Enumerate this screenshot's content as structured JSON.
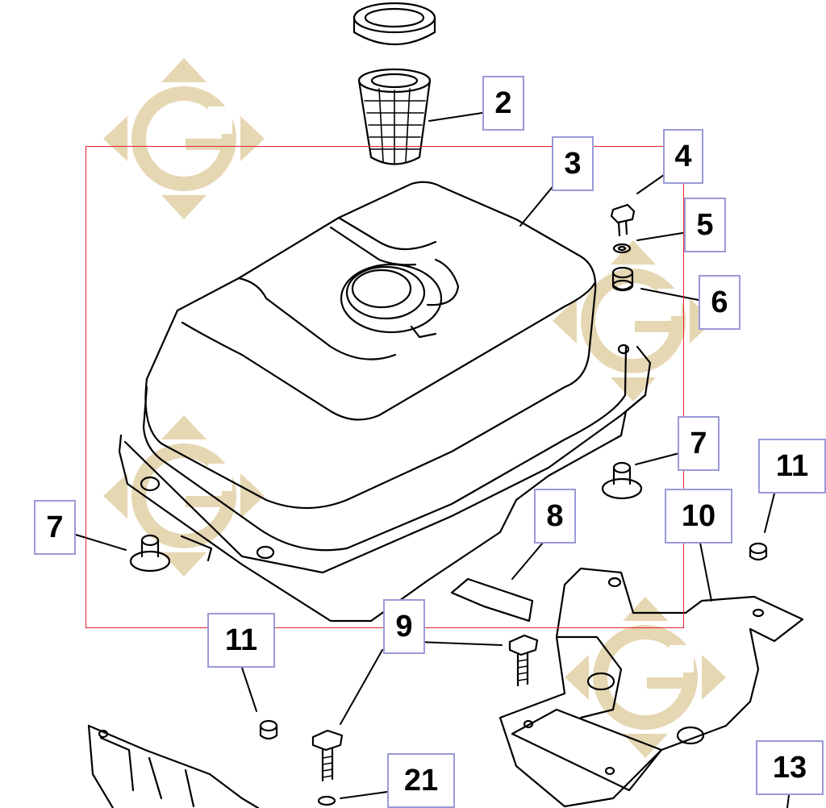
{
  "diagram": {
    "callouts": [
      {
        "id": "c2",
        "label": "2"
      },
      {
        "id": "c3",
        "label": "3"
      },
      {
        "id": "c4",
        "label": "4"
      },
      {
        "id": "c5",
        "label": "5"
      },
      {
        "id": "c6",
        "label": "6"
      },
      {
        "id": "c7a",
        "label": "7"
      },
      {
        "id": "c7b",
        "label": "7"
      },
      {
        "id": "c8",
        "label": "8"
      },
      {
        "id": "c9",
        "label": "9"
      },
      {
        "id": "c10",
        "label": "10"
      },
      {
        "id": "c11a",
        "label": "11"
      },
      {
        "id": "c11b",
        "label": "11"
      },
      {
        "id": "c13",
        "label": "13"
      },
      {
        "id": "c21",
        "label": "21"
      }
    ],
    "colors": {
      "line": "#000000",
      "callout_border": "#9a9ad8",
      "selection_border": "#e0242c",
      "watermark": "#e6d7b3"
    },
    "watermark_icon": "g-logo-icon"
  }
}
